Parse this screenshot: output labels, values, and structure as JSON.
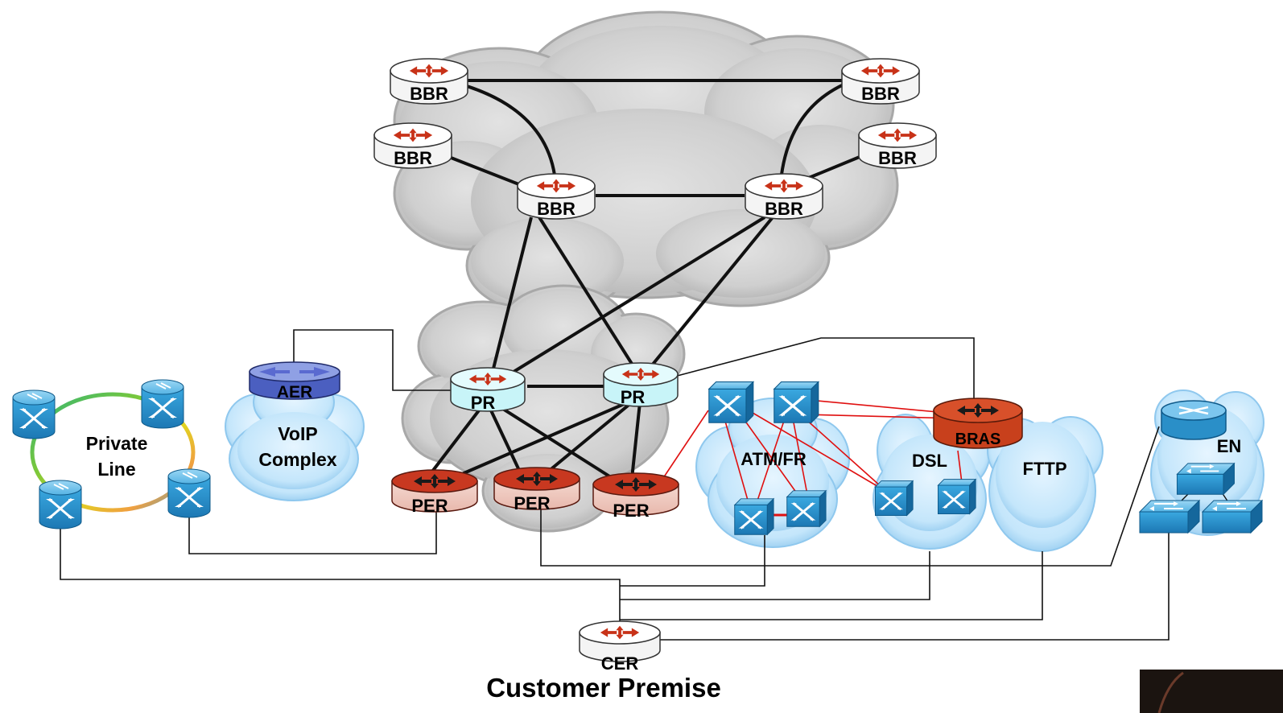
{
  "labels": {
    "bbr": "BBR",
    "pr": "PR",
    "per": "PER",
    "aer": "AER",
    "bras": "BRAS",
    "cer": "CER",
    "en": "EN"
  },
  "clouds": {
    "voip_line1": "VoIP",
    "voip_line2": "Complex",
    "private_line1": "Private",
    "private_line2": "Line",
    "atm_fr": "ATM/FR",
    "dsl": "DSL",
    "fttp": "FTTP"
  },
  "footer": {
    "title": "Customer Premise"
  },
  "colors": {
    "router_white": "#f4f4f4",
    "router_pr": "#c8f4f8",
    "router_per": "#c83820",
    "router_aer": "#4b5fc0",
    "router_bras": "#c8401c",
    "switch_blue": "#2a8fc8",
    "cloud_gray": "#c8c8c8",
    "cloud_blue": "#c4e6fb",
    "red_link": "#e01010",
    "arrow_red": "#c83218"
  }
}
